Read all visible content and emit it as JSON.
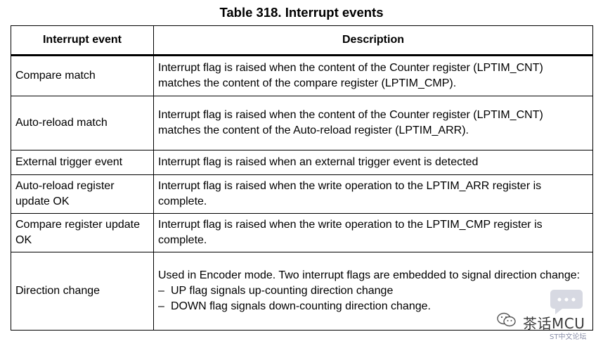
{
  "title": "Table 318. Interrupt events",
  "headers": {
    "event": "Interrupt event",
    "description": "Description"
  },
  "rows": [
    {
      "event": "Compare match",
      "description": "Interrupt flag is raised when the content of the Counter register (LPTIM_CNT) matches the content of the compare register (LPTIM_CMP)."
    },
    {
      "event": "Auto-reload match",
      "description": "Interrupt flag is raised when the content of the Counter register (LPTIM_CNT) matches the content of the Auto-reload register (LPTIM_ARR)."
    },
    {
      "event": "External trigger event",
      "description": "Interrupt flag is raised when an external trigger event is detected"
    },
    {
      "event": "Auto-reload register update OK",
      "description": "Interrupt flag is raised when the write operation to the LPTIM_ARR register is complete."
    },
    {
      "event": "Compare register update OK",
      "description": "Interrupt flag is raised when the write operation to the LPTIM_CMP register is complete."
    },
    {
      "event": "Direction change",
      "description": "Used in Encoder mode. Two interrupt flags are embedded to signal direction change:",
      "bullets": [
        "UP flag signals up-counting direction change",
        "DOWN flag signals down-counting direction change."
      ]
    }
  ],
  "watermark": {
    "text": "茶话MCU",
    "sub": "ST中文论坛",
    "icon": "wechat-icon"
  },
  "colors": {
    "border": "#000000",
    "watermark_text": "#3a3a3a",
    "watermark_sub": "#8a8fa8"
  }
}
